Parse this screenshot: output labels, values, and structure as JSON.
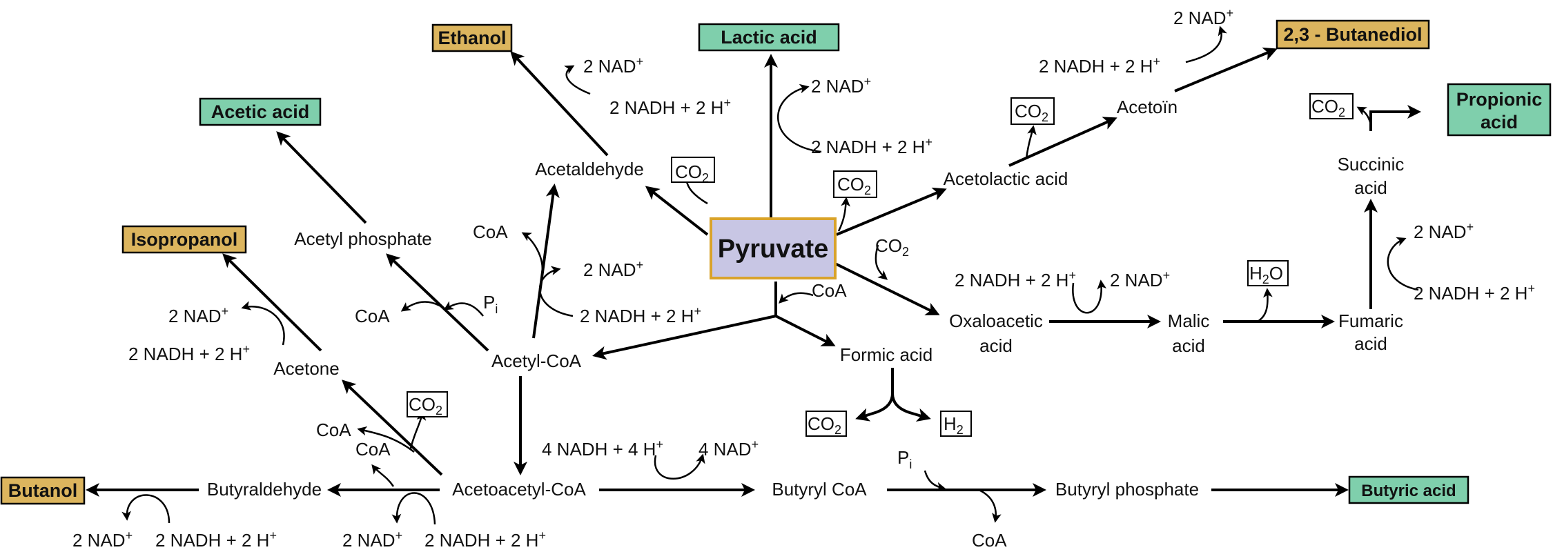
{
  "colors": {
    "alcohol_product": "#dcb55e",
    "acid_product": "#7fcfac",
    "pyruvate_fill": "#c8c6e4",
    "pyruvate_border": "#d9a32a",
    "arrow": "#000000"
  },
  "center": {
    "label": "Pyruvate"
  },
  "products": {
    "ethanol": "Ethanol",
    "lactic_acid": "Lactic acid",
    "butanediol": "2,3 - Butanediol",
    "acetic_acid": "Acetic acid",
    "propionic_acid_line1": "Propionic",
    "propionic_acid_line2": "acid",
    "isopropanol": "Isopropanol",
    "butanol": "Butanol",
    "butyric_acid": "Butyric acid"
  },
  "intermediates": {
    "acetaldehyde": "Acetaldehyde",
    "acetolactic_acid": "Acetolactic acid",
    "acetoin": "Acetoïn",
    "acetyl_phosphate": "Acetyl phosphate",
    "acetyl_coa": "Acetyl-CoA",
    "acetone": "Acetone",
    "acetoacetyl_coa": "Acetoacetyl-CoA",
    "butyraldehyde": "Butyraldehyde",
    "butyryl_coa": "Butyryl CoA",
    "butyryl_phosphate": "Butyryl phosphate",
    "formic_acid": "Formic acid",
    "oxaloacetic_acid_line1": "Oxaloacetic",
    "oxaloacetic_acid_line2": "acid",
    "malic_acid_line1": "Malic",
    "malic_acid_line2": "acid",
    "fumaric_acid_line1": "Fumaric",
    "fumaric_acid_line2": "acid",
    "succinic_acid_line1": "Succinic",
    "succinic_acid_line2": "acid"
  },
  "cofactors": {
    "nad": "2 NAD",
    "nadh_2h": "2 NADH + 2 H",
    "nadh_4h": "4 NADH + 4 H",
    "nad_4": "4 NAD",
    "plus": "+",
    "coa": "CoA",
    "co2_c": "CO",
    "co2_sub": "2",
    "h2_h": "H",
    "h2_sub": "2",
    "h2o_h": "H",
    "h2o_sub": "2",
    "h2o_o": "O",
    "pi_p": "P",
    "pi_sub": "i"
  }
}
